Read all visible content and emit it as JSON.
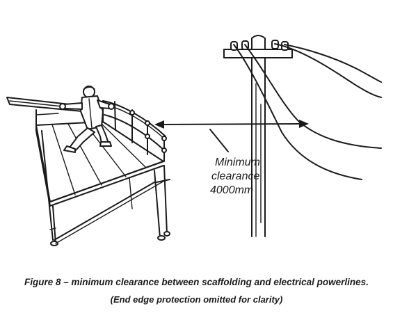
{
  "figure": {
    "clearance_label": {
      "line1": "Minimum",
      "line2": "clearance",
      "line3": "4000mm"
    },
    "caption_main": "Figure 8 – minimum clearance between scaffolding and electrical powerlines.",
    "caption_sub": "(End edge protection omitted for clarity)"
  }
}
